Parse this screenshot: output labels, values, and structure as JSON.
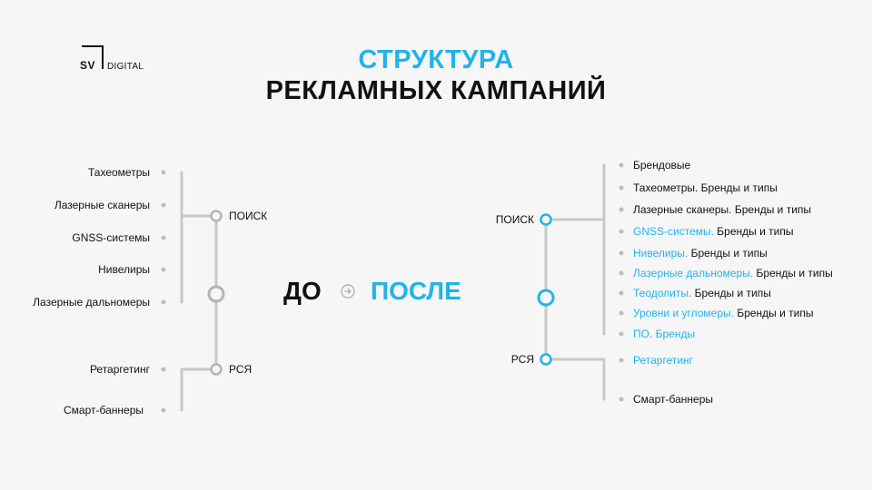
{
  "logo": {
    "sv": "SV",
    "digital": "DIGITAL"
  },
  "title": {
    "line1": "СТРУКТУРА",
    "line2": "РЕКЛАМНЫХ КАМПАНИЙ"
  },
  "center": {
    "before": "ДО",
    "after": "ПОСЛЕ",
    "arrow_icon": "arrow-right-circle-icon"
  },
  "colors": {
    "accent": "#22b3ea",
    "line_gray": "#c8c8c8",
    "text": "#111111"
  },
  "before": {
    "search": {
      "label": "ПОИСК",
      "items": [
        "Тахеометры",
        "Лазерные сканеры",
        "GNSS-системы",
        "Нивелиры",
        "Лазерные дальномеры"
      ]
    },
    "rsya": {
      "label": "РСЯ",
      "items": [
        "Ретаргетинг",
        "Смарт-баннеры"
      ]
    }
  },
  "after": {
    "search": {
      "label": "ПОИСК",
      "items": [
        {
          "main": "Брендовые",
          "suffix": "",
          "highlight": false
        },
        {
          "main": "Тахеометры. Бренды и типы",
          "suffix": "",
          "highlight": false
        },
        {
          "main": "Лазерные сканеры. Бренды и типы",
          "suffix": "",
          "highlight": false
        },
        {
          "main": "GNSS-системы.",
          "suffix": " Бренды и типы",
          "highlight": true
        },
        {
          "main": "Нивелиры.",
          "suffix": " Бренды и типы",
          "highlight": true
        },
        {
          "main": "Лазерные дальномеры.",
          "suffix": " Бренды и типы",
          "highlight": true
        },
        {
          "main": "Теодолиты.",
          "suffix": " Бренды и типы",
          "highlight": true
        },
        {
          "main": "Уровни и угломеры.",
          "suffix": " Бренды и типы",
          "highlight": true
        },
        {
          "main": "ПО. Бренды",
          "suffix": "",
          "highlight": true
        }
      ]
    },
    "rsya": {
      "label": "РСЯ",
      "items": [
        {
          "main": "Ретаргетинг",
          "suffix": "",
          "highlight": true
        },
        {
          "main": "Смарт-баннеры",
          "suffix": "",
          "highlight": false
        }
      ]
    }
  }
}
